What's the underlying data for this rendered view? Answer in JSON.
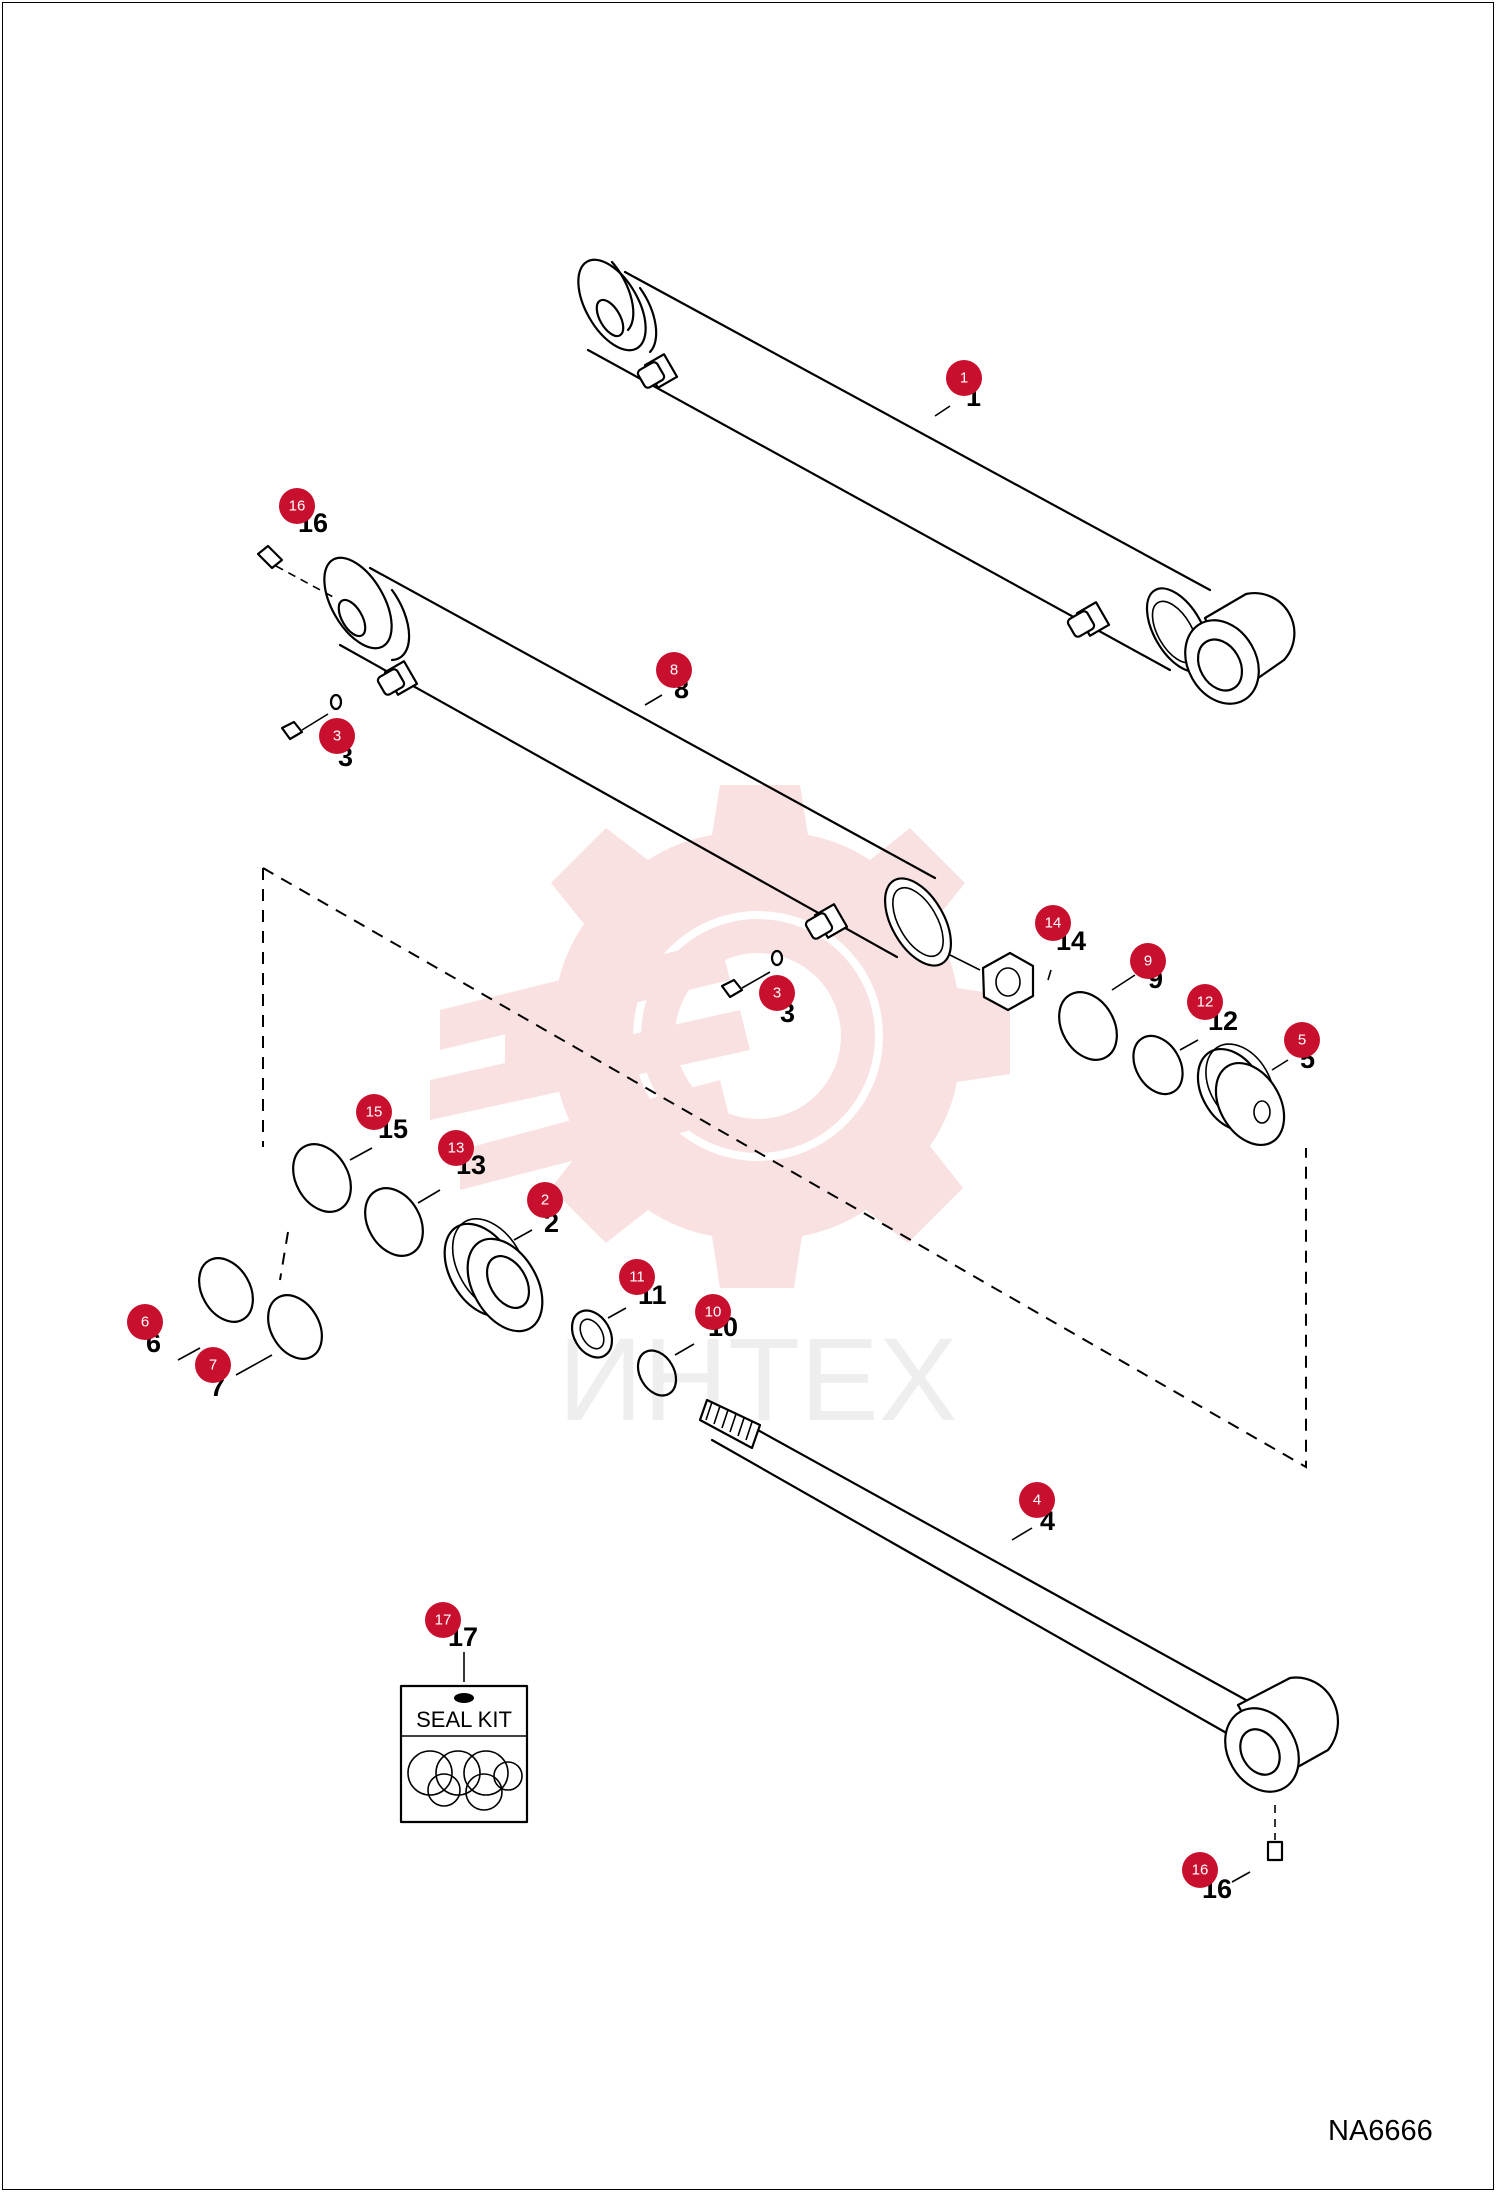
{
  "diagram_code": "NA6666",
  "watermark": {
    "text": "ИНТЕХ",
    "logo": "gear-wrench-logo"
  },
  "seal_kit_label": "SEAL KIT",
  "colors": {
    "badge": "#c8102e",
    "watermark_logo": "#f7c9c9",
    "watermark_text": "#d6d6d6",
    "line": "#000000"
  },
  "callouts": [
    {
      "id": "c1",
      "badge": "1",
      "label": "1"
    },
    {
      "id": "c2",
      "badge": "2",
      "label": "2"
    },
    {
      "id": "c3a",
      "badge": "3",
      "label": "3"
    },
    {
      "id": "c3b",
      "badge": "3",
      "label": "3"
    },
    {
      "id": "c4",
      "badge": "4",
      "label": "4"
    },
    {
      "id": "c5",
      "badge": "5",
      "label": "5"
    },
    {
      "id": "c6",
      "badge": "6",
      "label": "6"
    },
    {
      "id": "c7",
      "badge": "7",
      "label": "7"
    },
    {
      "id": "c8",
      "badge": "8",
      "label": "8"
    },
    {
      "id": "c9",
      "badge": "9",
      "label": "9"
    },
    {
      "id": "c10",
      "badge": "10",
      "label": "10"
    },
    {
      "id": "c11",
      "badge": "11",
      "label": "11"
    },
    {
      "id": "c12",
      "badge": "12",
      "label": "12"
    },
    {
      "id": "c13",
      "badge": "13",
      "label": "13"
    },
    {
      "id": "c14",
      "badge": "14",
      "label": "14"
    },
    {
      "id": "c15",
      "badge": "15",
      "label": "15"
    },
    {
      "id": "c16a",
      "badge": "16",
      "label": "16"
    },
    {
      "id": "c16b",
      "badge": "16",
      "label": "16"
    },
    {
      "id": "c17",
      "badge": "17",
      "label": "17"
    }
  ]
}
